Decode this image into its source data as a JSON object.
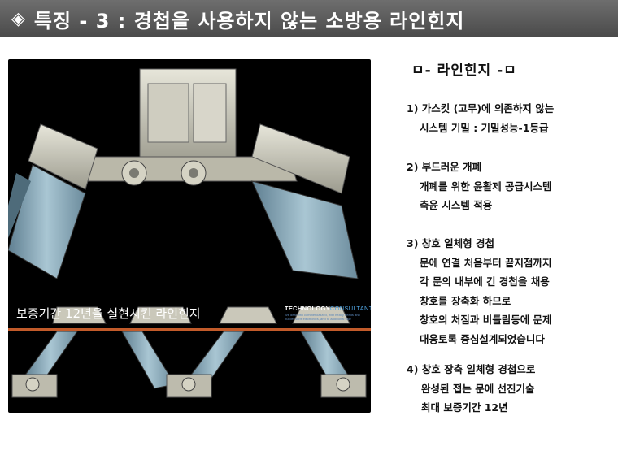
{
  "header": {
    "marker": "◈",
    "title": "특징 - 3 : 경첩을 사용하지 않는 소방용 라인힌지"
  },
  "photo": {
    "caption": "보증기간 12년을 실현시킨 라인힌지",
    "brand_prefix": "TECHNOLOGY",
    "brand_suffix": "CONSULTANTS",
    "brand_subtext": "We deal with commercialized, with heavy needs and builder subs electronics, and to additional sale"
  },
  "panel": {
    "heading": "ㅁ- 라인힌지 -ㅁ",
    "items": [
      {
        "lines": [
          "1) 가스킷 (고무)에 의존하지 않는",
          "시스템 기밀  : 기밀성능-1등급"
        ]
      },
      {
        "lines": [
          "2) 부드러운 개폐",
          "개폐를 위한 윤활제 공급시스템",
          "축윤 시스템 적용"
        ]
      },
      {
        "lines": [
          "3) 창호 일체형 경첩",
          "문에 연결 처음부터 끝지점까지",
          "각 문의 내부에 긴 경첩을 채용",
          "창호를 장축화 하므로",
          "창호의 처짐과 비틀림등에 문제",
          "대응토록 중심설계되었습니다"
        ]
      },
      {
        "lines": [
          "4) 창호 장축 일체형 경첩으로",
          "완성된 접는 문에 선진기술",
          "최대 보증기간 12년"
        ]
      }
    ]
  }
}
